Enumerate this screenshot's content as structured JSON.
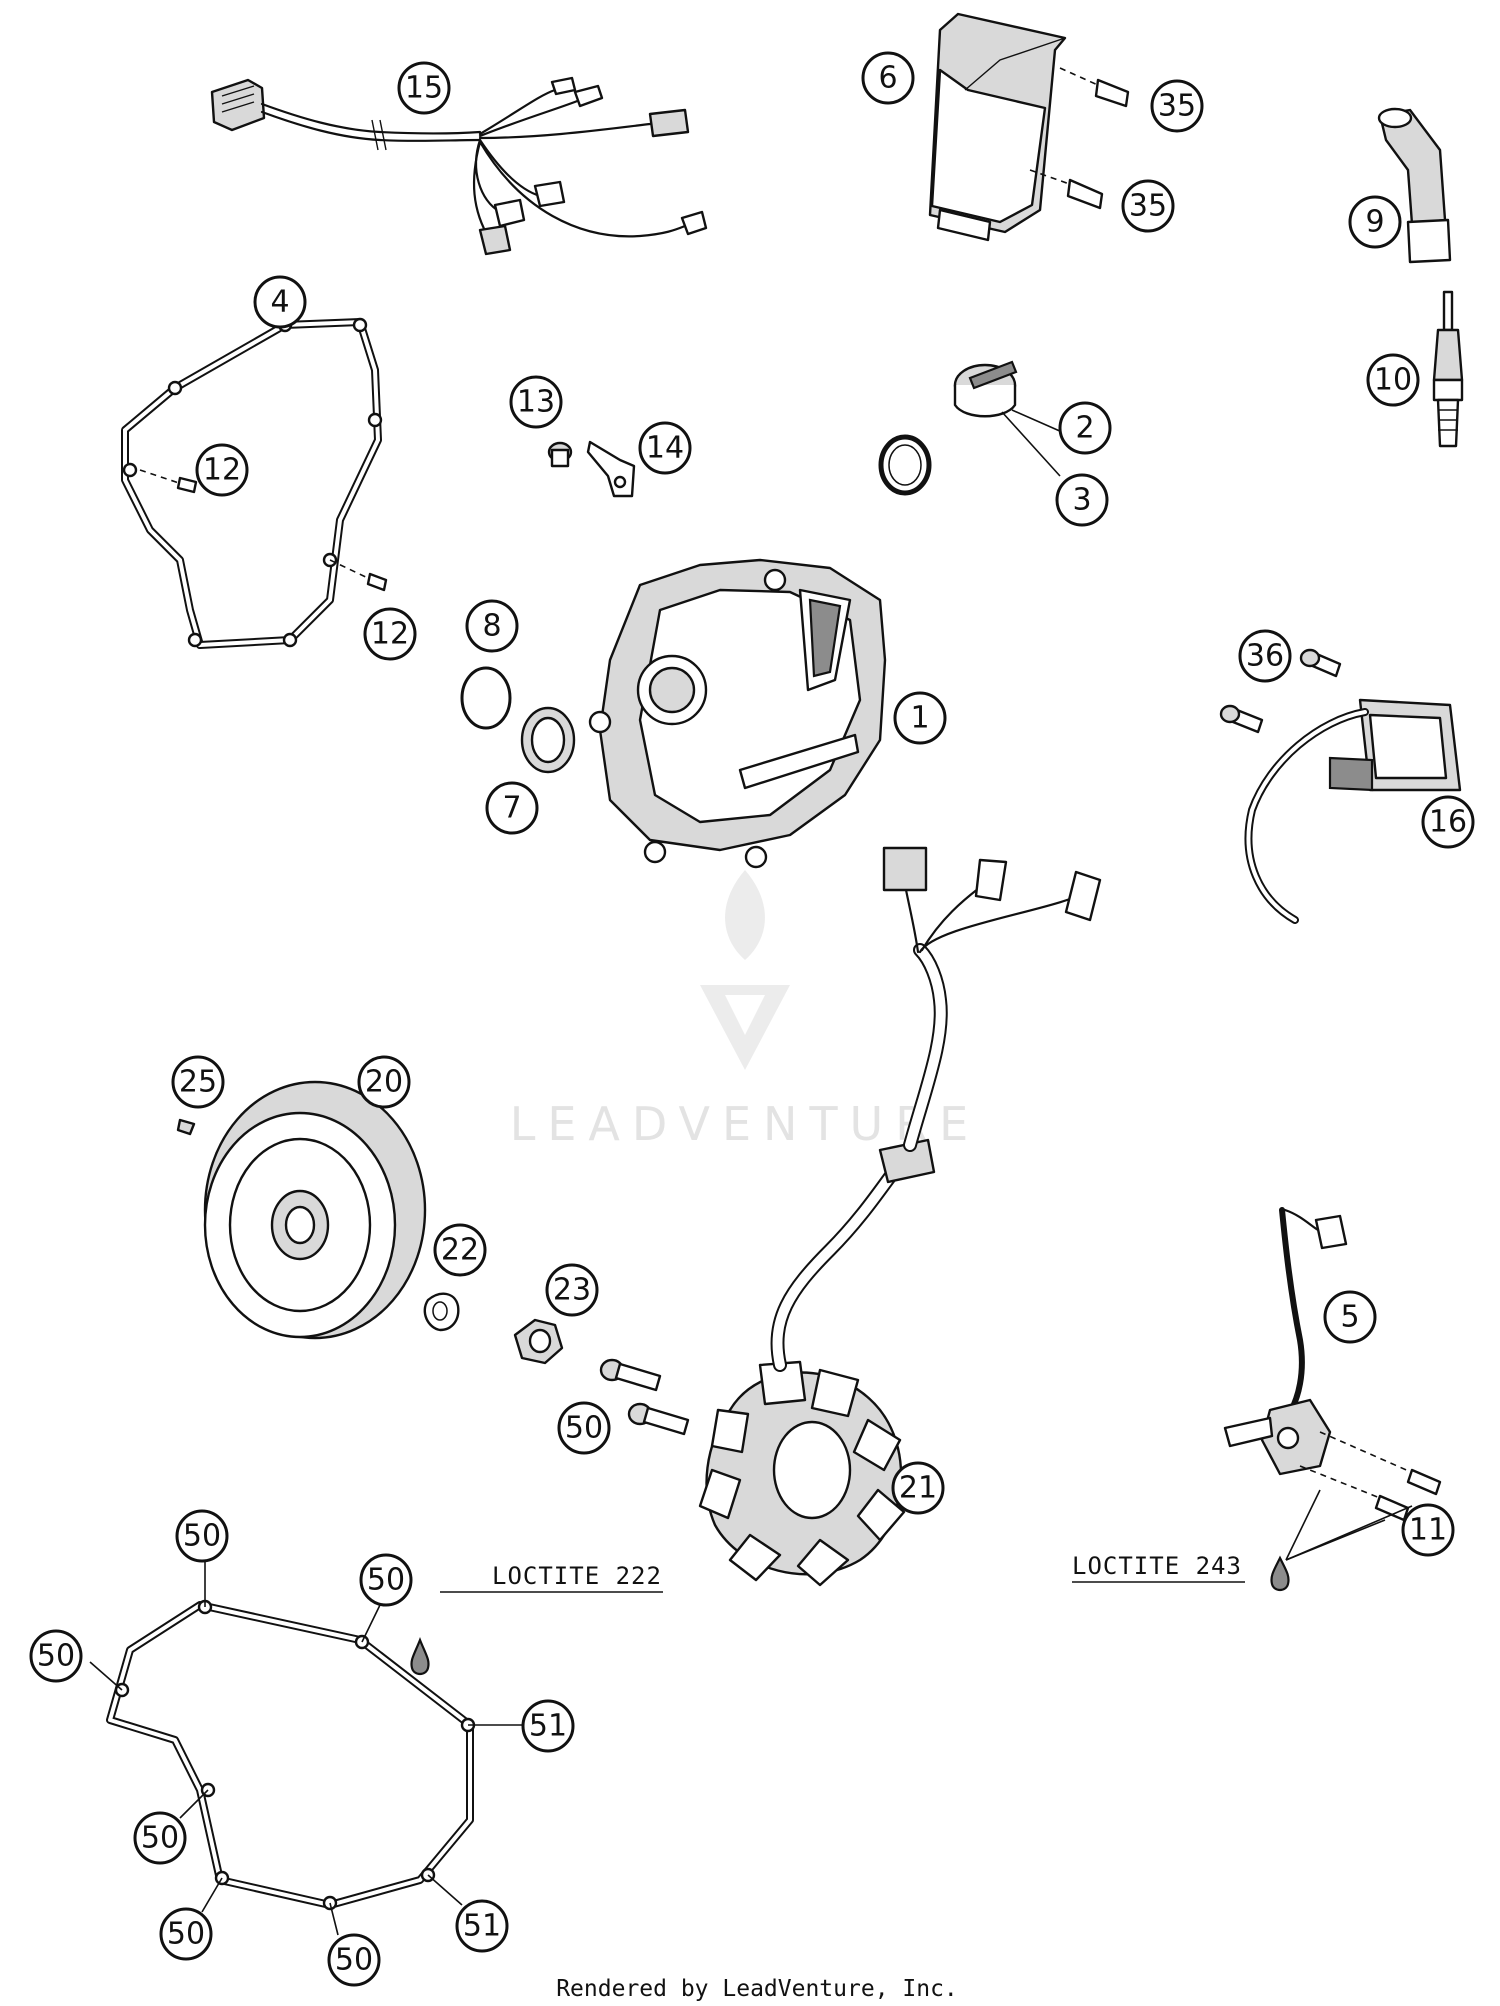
{
  "watermark": {
    "brand": "LEADVENTURE"
  },
  "footer": {
    "text": "Rendered by LeadVenture, Inc."
  },
  "notes": {
    "loctite_222": "LOCTITE 222",
    "loctite_243": "LOCTITE 243"
  },
  "callouts": [
    "15",
    "6",
    "35",
    "35",
    "9",
    "4",
    "10",
    "13",
    "2",
    "14",
    "12",
    "3",
    "12",
    "8",
    "1",
    "36",
    "7",
    "16",
    "25",
    "20",
    "22",
    "23",
    "5",
    "50",
    "21",
    "11",
    "50",
    "50",
    "50",
    "51",
    "50",
    "50",
    "51",
    "50"
  ]
}
